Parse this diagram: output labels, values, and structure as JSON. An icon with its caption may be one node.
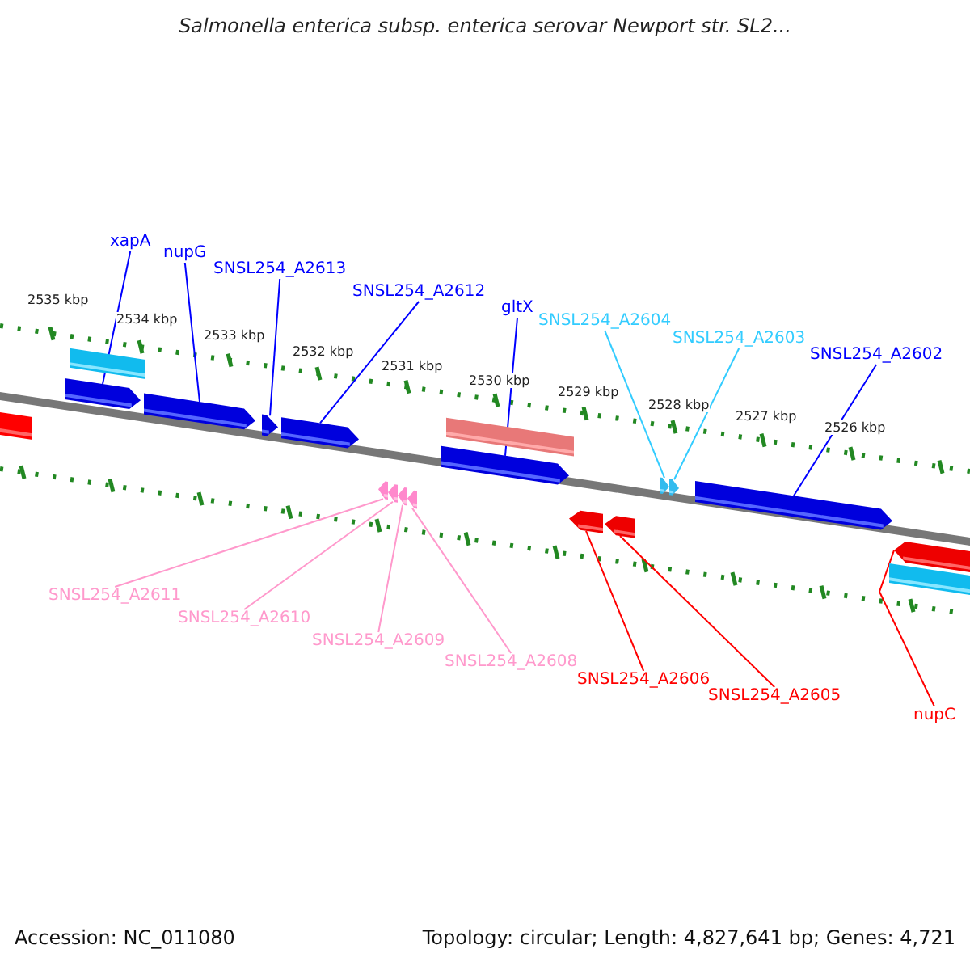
{
  "diagram": {
    "title": "Salmonella enterica subsp. enterica serovar Newport str. SL2...",
    "nodes": [
      {
        "text": [
          "xapA"
        ]
      },
      {
        "text": [
          "nupG"
        ]
      },
      {
        "text": [
          "SNSL254_A2613"
        ]
      },
      {
        "text": [
          "SNSL254_A2612"
        ]
      },
      {
        "text": [
          "gltX"
        ]
      },
      {
        "text": [
          "SNSL254_A2604"
        ]
      },
      {
        "text": [
          "SNSL254_A2603"
        ]
      },
      {
        "text": [
          "SNSL254_A2602"
        ]
      },
      {
        "text": [],
        "shape": "box"
      },
      {
        "text": [],
        "shape": "arrow"
      },
      {
        "text": [],
        "shape": "box"
      },
      {
        "text": [],
        "shape": "arrow"
      },
      {
        "text": [],
        "shape": "arrow"
      },
      {
        "text": [],
        "shape": "arrow"
      },
      {
        "text": [],
        "shape": "arrow"
      },
      {
        "text": [],
        "shape": "arrow"
      },
      {
        "text": [],
        "shape": "arrow"
      },
      {
        "text": [],
        "shape": "arrow"
      },
      {
        "text": [],
        "shape": "arrow"
      },
      {
        "text": [],
        "shape": "box"
      },
      {
        "text": [],
        "shape": "arrow"
      },
      {
        "text": [],
        "shape": "arrow"
      },
      {
        "text": [],
        "shape": "arrow"
      },
      {
        "text": [],
        "shape": "arrow"
      },
      {
        "text": [],
        "shape": "arrow"
      },
      {
        "text": [],
        "shape": "box"
      },
      {
        "text": [],
        "shape": "arrow"
      },
      {
        "text": [
          "SNSL254_A2611"
        ]
      },
      {
        "text": [
          "SNSL254_A2610"
        ]
      },
      {
        "text": [
          "SNSL254_A2609"
        ]
      },
      {
        "text": [
          "SNSL254_A2608"
        ]
      },
      {
        "text": [
          "SNSL254_A2606"
        ]
      },
      {
        "text": [
          "SNSL254_A2605"
        ]
      },
      {
        "text": [
          "nupC"
        ]
      }
    ],
    "edges": [
      {
        "from": 0,
        "to": 9,
        "arrow": "none"
      },
      {
        "from": 1,
        "to": 11,
        "arrow": "none"
      },
      {
        "from": 2,
        "to": 12,
        "arrow": "none"
      },
      {
        "from": 3,
        "to": 13,
        "arrow": "none"
      },
      {
        "from": 4,
        "to": 18,
        "arrow": "none"
      },
      {
        "from": 5,
        "to": 22,
        "arrow": "none",
        "color": "#33ccff"
      },
      {
        "from": 6,
        "to": 23,
        "arrow": "none",
        "color": "#33ccff"
      },
      {
        "from": 7,
        "to": 24,
        "arrow": "none"
      },
      {
        "from": 27,
        "to": 14,
        "arrow": "none",
        "color": "#ff99cc"
      },
      {
        "from": 28,
        "to": 15,
        "arrow": "none",
        "color": "#ff99cc"
      },
      {
        "from": 29,
        "to": 16,
        "arrow": "none",
        "color": "#ff99cc"
      },
      {
        "from": 30,
        "to": 17,
        "arrow": "none",
        "color": "#ff99cc"
      },
      {
        "from": 31,
        "to": 20,
        "arrow": "none",
        "color": "#ff0000"
      },
      {
        "from": 32,
        "to": 21,
        "arrow": "none",
        "color": "#ff0000"
      },
      {
        "from": 33,
        "to": 26,
        "arrow": "none",
        "color": "#ff0000"
      }
    ],
    "labels": [
      "2535 kbp",
      "2534 kbp",
      "2533 kbp",
      "2532 kbp",
      "2531 kbp",
      "2530 kbp",
      "2529 kbp",
      "2528 kbp",
      "2527 kbp",
      "2526 kbp",
      "Accession: NC_011080",
      "Topology: circular; Length: 4,827,641 bp; Genes: 4,721"
    ]
  }
}
